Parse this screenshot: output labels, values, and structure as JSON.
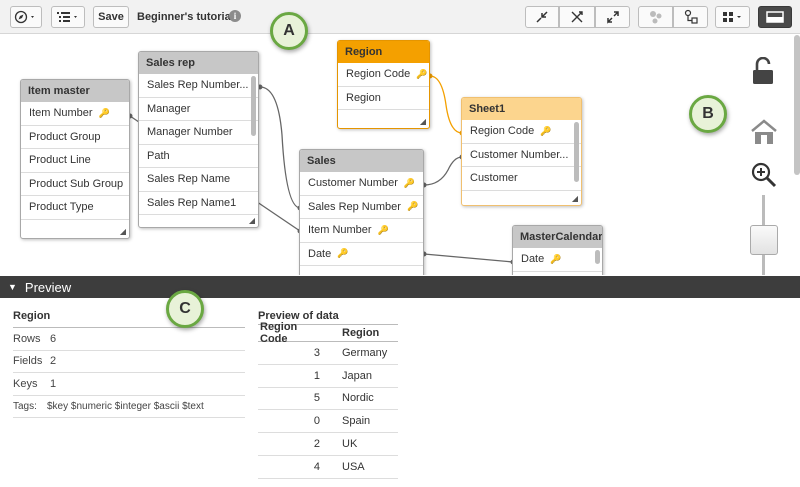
{
  "toolbar": {
    "save_label": "Save",
    "title": "Beginner's tutorial",
    "info_glyph": "i"
  },
  "tables": {
    "item_master": {
      "title": "Item master",
      "fields": [
        "Item Number",
        "Product Group",
        "Product Line",
        "Product Sub Group",
        "Product Type"
      ],
      "keys": [
        "Item Number"
      ]
    },
    "sales_rep": {
      "title": "Sales rep",
      "fields": [
        "Sales Rep Number...",
        "Manager",
        "Manager Number",
        "Path",
        "Sales Rep Name",
        "Sales Rep Name1"
      ]
    },
    "region": {
      "title": "Region",
      "fields": [
        "Region Code",
        "Region"
      ],
      "keys": [
        "Region Code"
      ],
      "accent": "#f4a000"
    },
    "sheet1": {
      "title": "Sheet1",
      "fields": [
        "Region Code",
        "Customer Number...",
        "Customer"
      ],
      "keys": [
        "Region Code"
      ],
      "accent": "#fcd58e"
    },
    "sales": {
      "title": "Sales",
      "fields": [
        "Customer Number",
        "Sales Rep Number",
        "Item Number",
        "Date"
      ],
      "keys": [
        "Customer Number",
        "Sales Rep Number",
        "Item Number",
        "Date"
      ]
    },
    "master_calendar": {
      "title": "MasterCalendar",
      "fields": [
        "Date"
      ],
      "keys": [
        "Date"
      ]
    }
  },
  "right_tools": [
    "unlock-icon",
    "home-icon",
    "zoom-in-icon",
    "zoom-slider"
  ],
  "preview": {
    "bar_label": "Preview",
    "table_name": "Region",
    "stats": [
      {
        "label": "Rows",
        "value": "6"
      },
      {
        "label": "Fields",
        "value": "2"
      },
      {
        "label": "Keys",
        "value": "1"
      }
    ],
    "tags_label": "Tags:",
    "tags_value": "$key $numeric $integer $ascii $text",
    "data_title": "Preview of data",
    "columns": [
      "Region Code",
      "Region"
    ],
    "rows": [
      [
        "3",
        "Germany"
      ],
      [
        "1",
        "Japan"
      ],
      [
        "5",
        "Nordic"
      ],
      [
        "0",
        "Spain"
      ],
      [
        "2",
        "UK"
      ],
      [
        "4",
        "USA"
      ]
    ]
  },
  "callouts": [
    "A",
    "B",
    "C"
  ],
  "colors": {
    "callout_border": "#6aa842",
    "callout_fill": "#e8f2d8",
    "region_header": "#f4a000",
    "sheet1_header": "#fcd58e",
    "link_line": "#666666",
    "highlight_line": "#f4a000"
  }
}
